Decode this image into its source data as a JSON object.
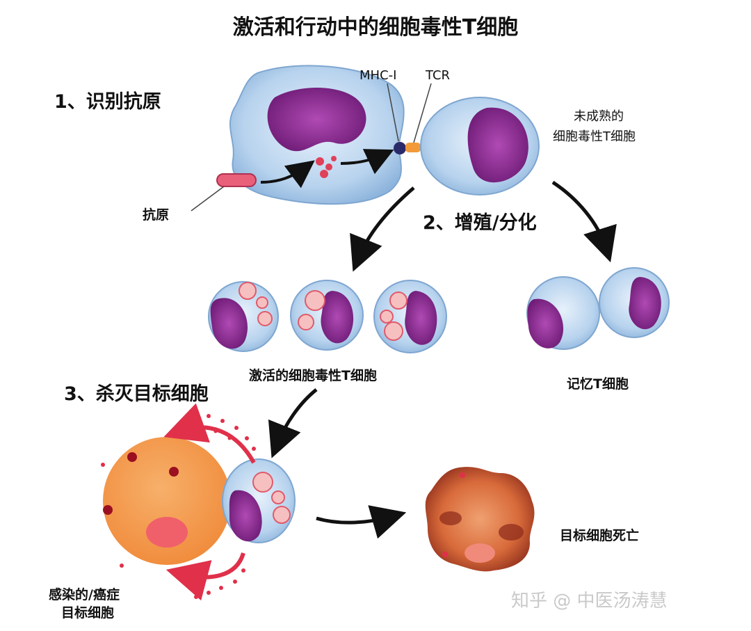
{
  "title": "激活和行动中的细胞毒性T细胞",
  "steps": {
    "recognize": "1、识别抗原",
    "proliferate": "2、增殖/分化",
    "kill": "3、杀灭目标细胞"
  },
  "labels": {
    "mhc": "MHC-I",
    "tcr": "TCR",
    "immature_line1": "未成熟的",
    "immature_line2": "细胞毒性T细胞",
    "antigen": "抗原",
    "activated": "激活的细胞毒性T细胞",
    "memory": "记忆T细胞",
    "infected_line1": "感染的/癌症",
    "infected_line2": "目标细胞",
    "death": "目标细胞死亡"
  },
  "watermark": "知乎 @ 中医汤涛慧",
  "colors": {
    "cell_blue": "#a9c8e8",
    "nucleus": "#8a2a8e",
    "granule": "#e05a6a",
    "target": "#f39a4c",
    "arrow": "#111111",
    "kill_arrow": "#e0304a"
  }
}
